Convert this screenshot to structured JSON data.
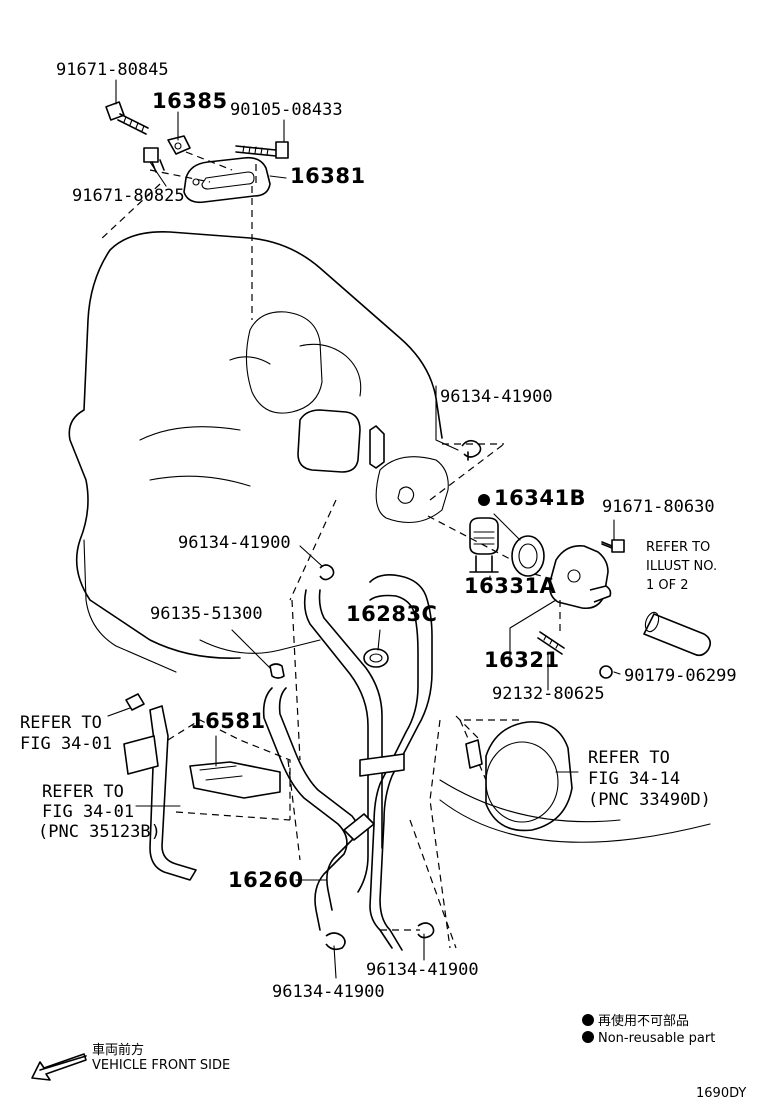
{
  "labels": {
    "p91671_80845": "91671-80845",
    "p16385": "16385",
    "p90105_08433": "90105-08433",
    "p16381": "16381",
    "p91671_80825": "91671-80825",
    "p96134_41900_a": "96134-41900",
    "p16341B": "16341B",
    "p91671_80630": "91671-80630",
    "p96134_41900_b": "96134-41900",
    "p16331A": "16331A",
    "refer_illust_1": "REFER TO",
    "refer_illust_2": "ILLUST NO.",
    "refer_illust_3": "1 OF 2",
    "p96135_51300": "96135-51300",
    "p16283C": "16283C",
    "p16321": "16321",
    "p90179_06299": "90179-06299",
    "p92132_80625": "92132-80625",
    "refer_fig3401_a_1": "REFER TO",
    "refer_fig3401_a_2": "FIG 34-01",
    "p16581": "16581",
    "refer_fig3414_1": "REFER TO",
    "refer_fig3414_2": "FIG 34-14",
    "refer_fig3414_3": "(PNC 33490D)",
    "refer_fig3401_b_1": "REFER TO",
    "refer_fig3401_b_2": "FIG 34-01",
    "refer_fig3401_b_3": "(PNC 35123B)",
    "p16260": "16260",
    "p96134_41900_c": "96134-41900",
    "p96134_41900_d": "96134-41900"
  },
  "legend": {
    "jp_nonreusable": "再使用不可部品",
    "en_nonreusable": "Non-reusable part"
  },
  "direction": {
    "jp": "車両前方",
    "en": "VEHICLE FRONT SIDE"
  },
  "diagram_id": "1690DY"
}
